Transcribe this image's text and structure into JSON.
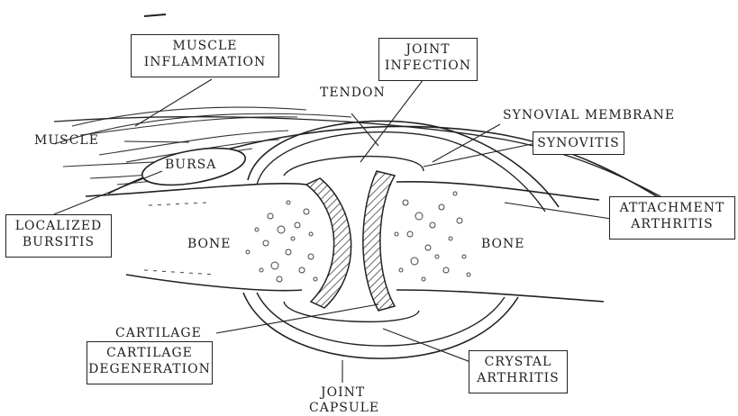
{
  "anatomy_labels": {
    "muscle": "MUSCLE",
    "tendon": "TENDON",
    "synovial_membrane": "SYNOVIAL MEMBRANE",
    "bursa": "BURSA",
    "bone_left": "BONE",
    "bone_right": "BONE",
    "cartilage": "CARTILAGE",
    "joint_capsule_line1": "JOINT",
    "joint_capsule_line2": "CAPSULE"
  },
  "condition_boxes": {
    "muscle_inflammation": {
      "line1": "MUSCLE",
      "line2": "INFLAMMATION"
    },
    "joint_infection": {
      "line1": "JOINT",
      "line2": "INFECTION"
    },
    "synovitis": {
      "line1": "SYNOVITIS"
    },
    "attachment_arthritis": {
      "line1": "ATTACHMENT",
      "line2": "ARTHRITIS"
    },
    "localized_bursitis": {
      "line1": "LOCALIZED",
      "line2": "BURSITIS"
    },
    "cartilage_degeneration": {
      "line1": "CARTILAGE",
      "line2": "DEGENERATION"
    },
    "crystal_arthritis": {
      "line1": "CRYSTAL",
      "line2": "ARTHRITIS"
    }
  },
  "colors": {
    "ink": "#222222",
    "background": "#ffffff"
  }
}
